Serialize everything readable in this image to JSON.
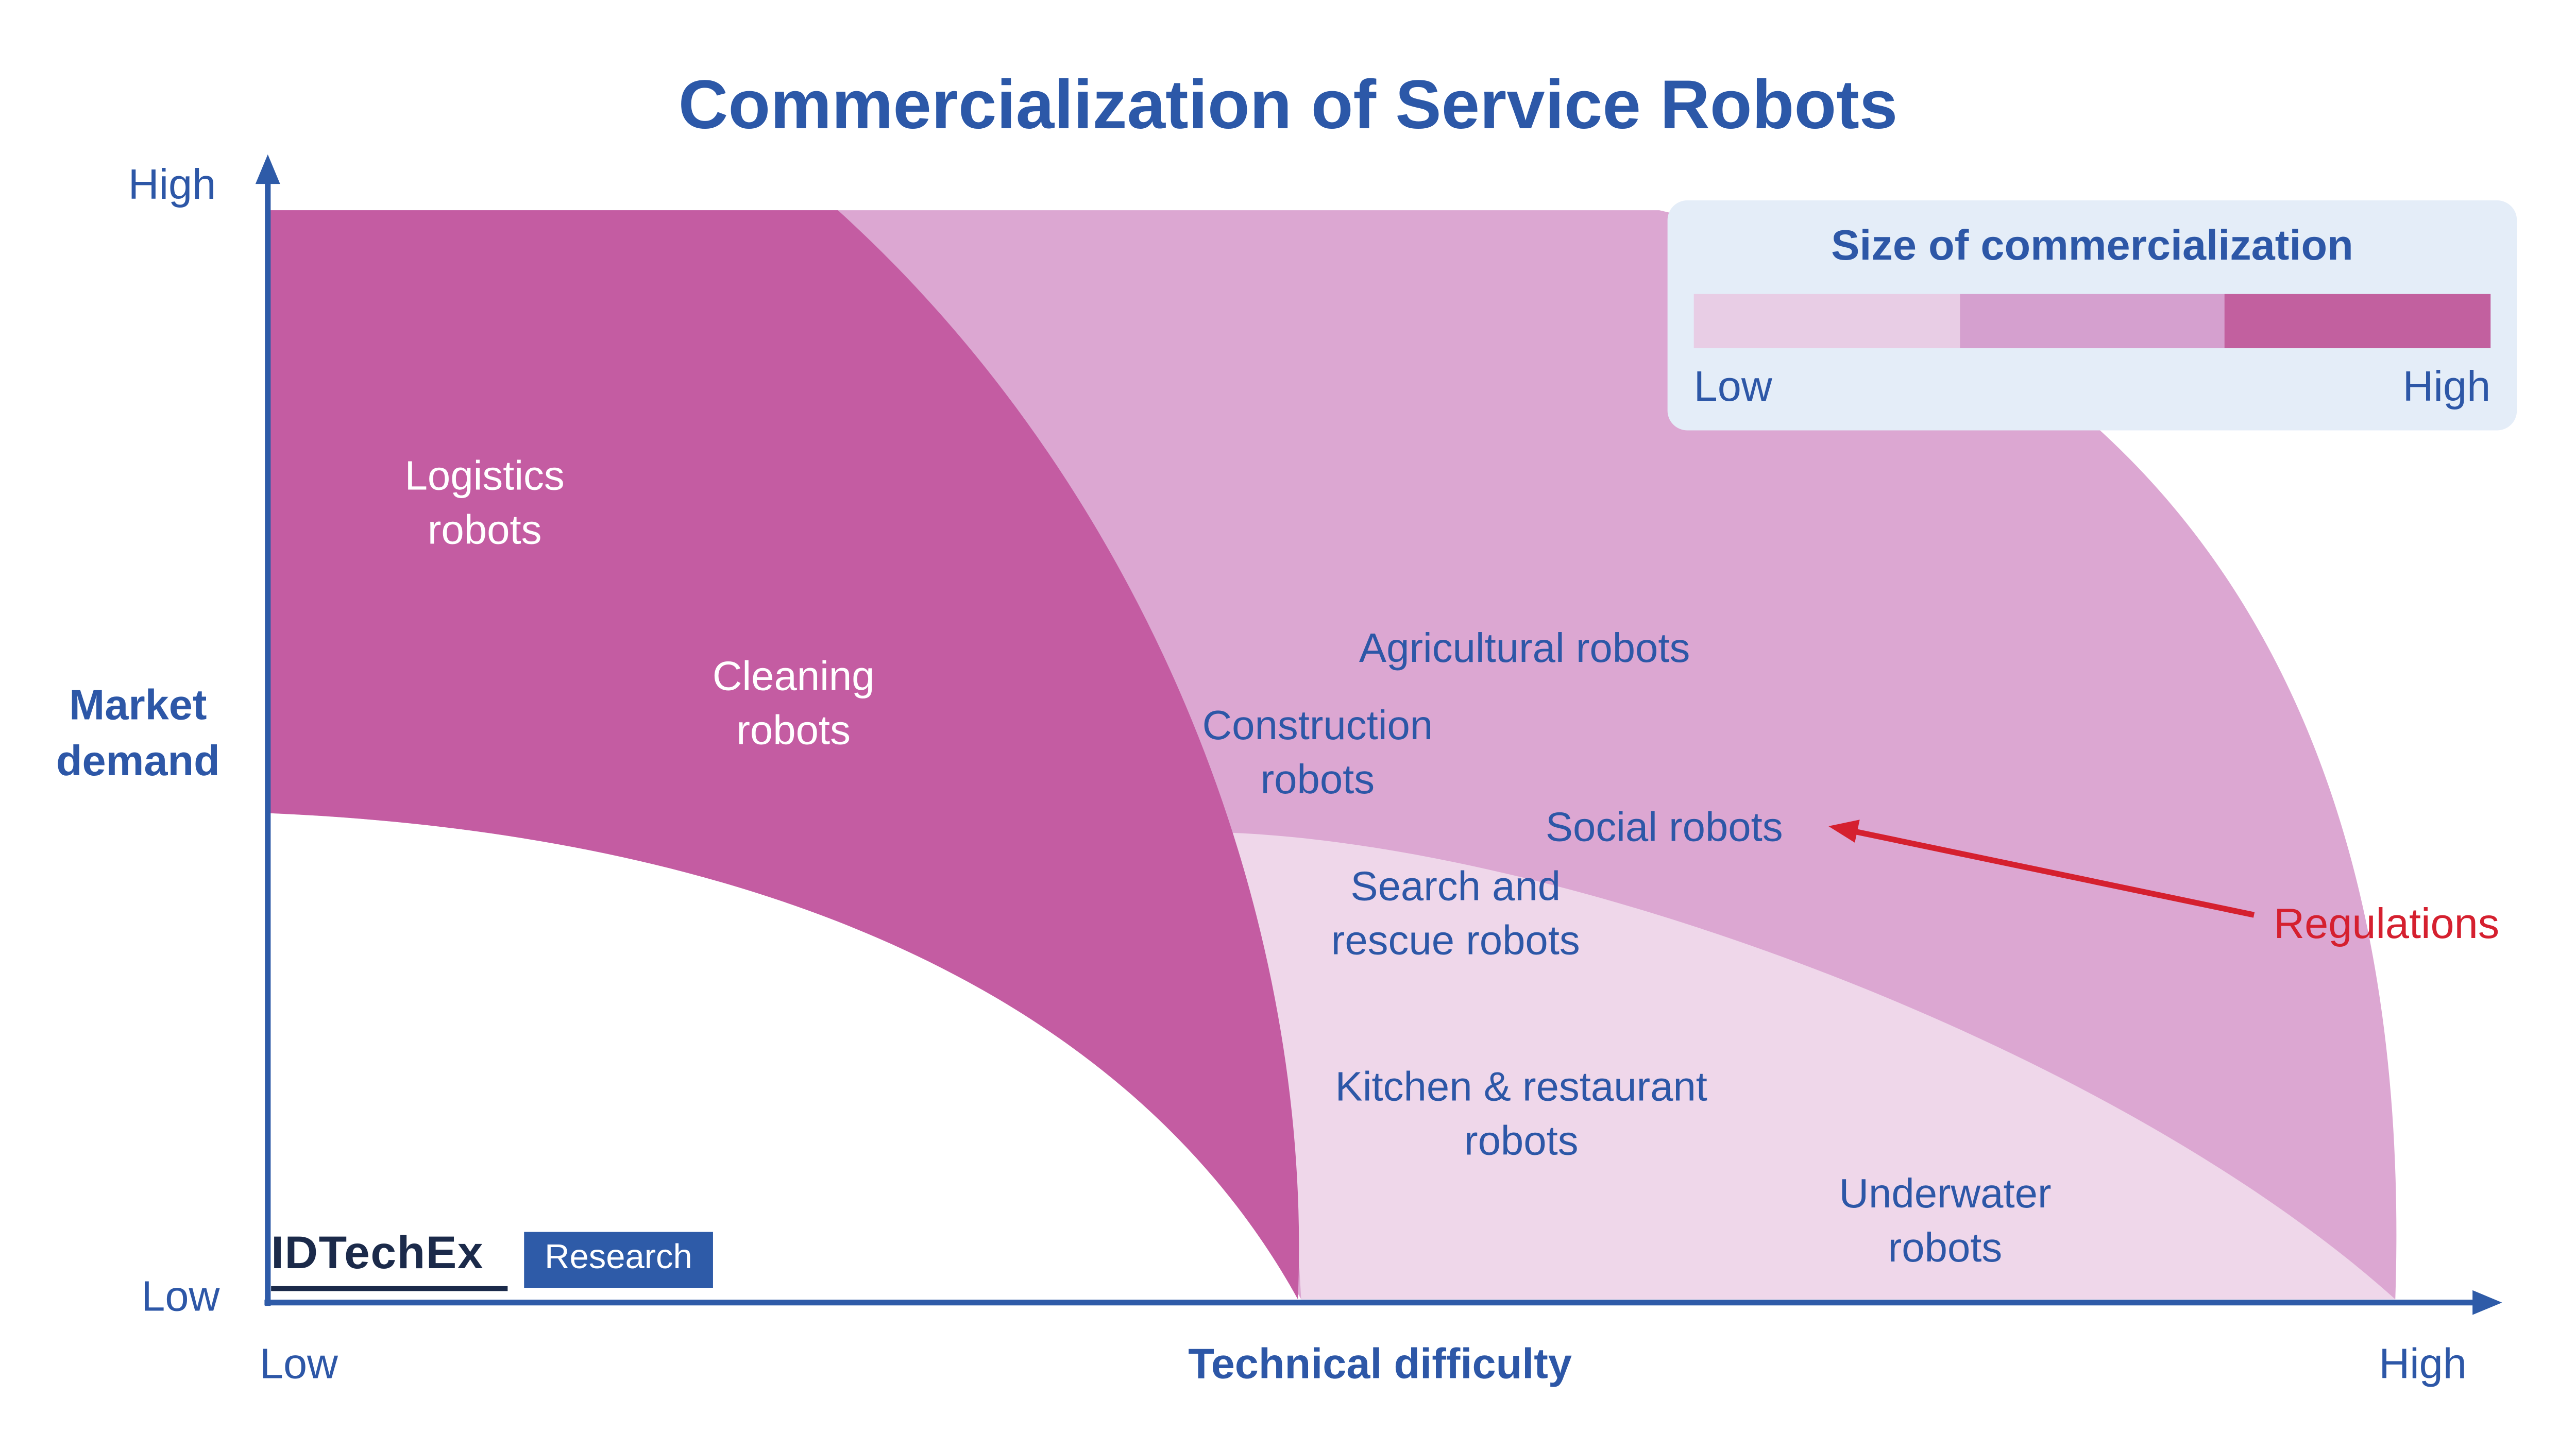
{
  "title": "Commercialization of Service Robots",
  "axes": {
    "y_title": "Market demand",
    "x_title": "Technical difficulty",
    "y_high": "High",
    "y_low": "Low",
    "x_low": "Low",
    "x_high": "High"
  },
  "legend": {
    "title": "Size of commercialization",
    "low_label": "Low",
    "high_label": "High",
    "swatch_colors": [
      "#e8cde5",
      "#d5a0cf",
      "#c2609f"
    ]
  },
  "logo": {
    "brand": "IDTechEx",
    "sub": "Research"
  },
  "colors": {
    "accent_blue": "#2d57a7",
    "annotation_red": "#d5202f",
    "region_high": "#c45ca2",
    "region_medium": "#dca7d2",
    "region_low": "#efd7ea",
    "legend_background": "#e4edf8"
  },
  "chart_data": {
    "type": "area",
    "title": "Commercialization of Service Robots",
    "xlabel": "Technical difficulty",
    "ylabel": "Market demand",
    "x_range": [
      "Low",
      "High"
    ],
    "y_range": [
      "Low",
      "High"
    ],
    "grid": false,
    "legend": {
      "title": "Size of commercialization",
      "scale": [
        "Low",
        "High"
      ],
      "position": "top-right"
    },
    "regions": [
      {
        "size_of_commercialization": "High",
        "color": "#c45ca2",
        "labels": [
          "Logistics robots",
          "Cleaning robots"
        ]
      },
      {
        "size_of_commercialization": "Medium",
        "color": "#dca7d2",
        "labels": [
          "Agricultural robots",
          "Construction robots",
          "Social robots"
        ]
      },
      {
        "size_of_commercialization": "Low",
        "color": "#efd7ea",
        "labels": [
          "Search and rescue robots",
          "Kitchen & restaurant robots",
          "Underwater robots"
        ]
      }
    ],
    "annotations": [
      {
        "text": "Regulations",
        "target": "Social robots",
        "color": "#d5202f"
      }
    ]
  }
}
